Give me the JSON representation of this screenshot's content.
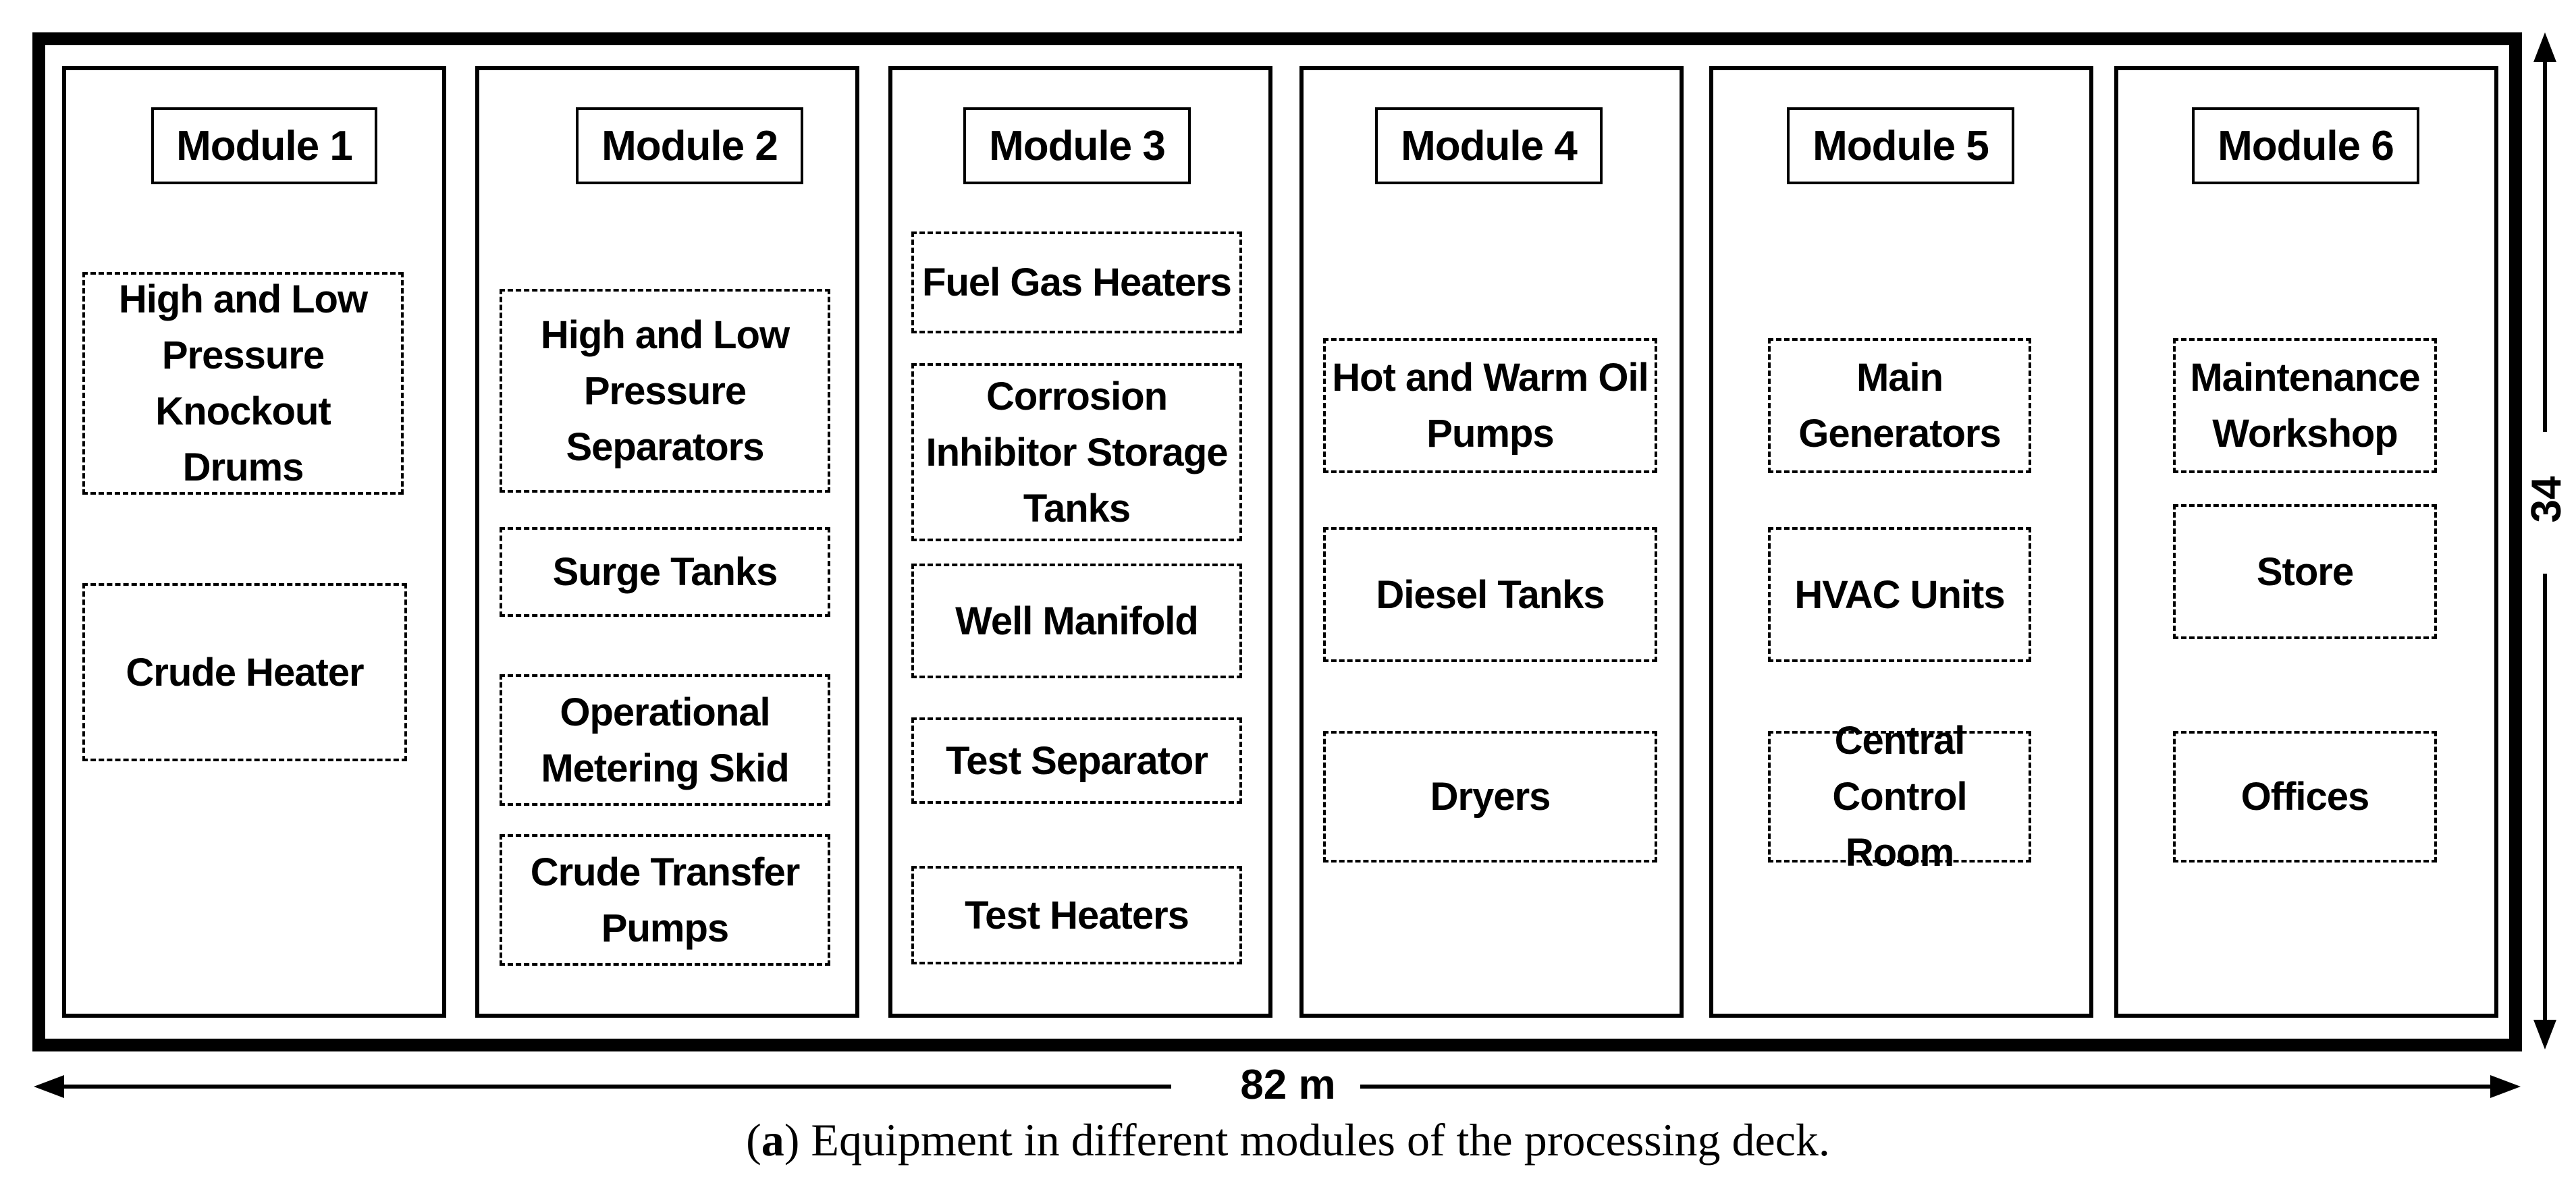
{
  "modules": [
    {
      "label": "Module 1",
      "equipment": [
        "High and Low\nPressure\nKnockout Drums",
        "Crude Heater"
      ]
    },
    {
      "label": "Module 2",
      "equipment": [
        "High and Low\nPressure\nSeparators",
        "Surge Tanks",
        "Operational\nMetering Skid",
        "Crude Transfer\nPumps"
      ]
    },
    {
      "label": "Module 3",
      "equipment": [
        "Fuel Gas Heaters",
        "Corrosion\nInhibitor Storage\nTanks",
        "Well Manifold",
        "Test Separator",
        "Test Heaters"
      ]
    },
    {
      "label": "Module 4",
      "equipment": [
        "Hot and Warm Oil\nPumps",
        "Diesel Tanks",
        "Dryers"
      ]
    },
    {
      "label": "Module 5",
      "equipment": [
        "Main\nGenerators",
        "HVAC Units",
        "Central\nControl Room"
      ]
    },
    {
      "label": "Module 6",
      "equipment": [
        "Maintenance\nWorkshop",
        "Store",
        "Offices"
      ]
    }
  ],
  "dimensions": {
    "width": "82 m",
    "height": "34"
  },
  "caption": {
    "letter": "a",
    "text": " Equipment in different modules of the processing deck."
  }
}
